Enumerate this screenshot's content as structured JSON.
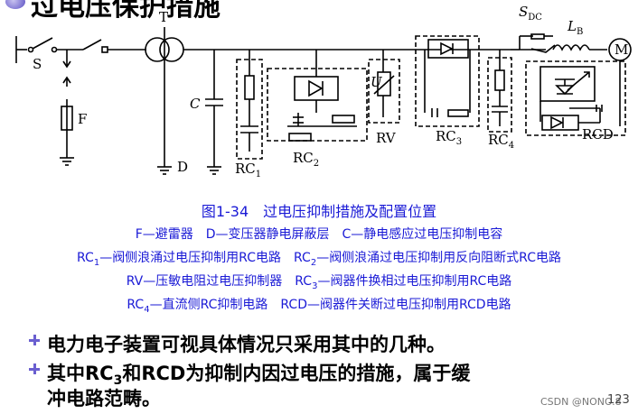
{
  "slide": {
    "title_fragment": "过电压保护措施",
    "circuit_labels": {
      "S": "S",
      "T": "T",
      "F": "F",
      "D": "D",
      "C": "C",
      "RC1": "RC",
      "RC1_sub": "1",
      "RC2": "RC",
      "RC2_sub": "2",
      "RV": "RV",
      "U": "U",
      "RC3": "RC",
      "RC3_sub": "3",
      "RC4": "RC",
      "RC4_sub": "4",
      "SDC": "S",
      "SDC_sub": "DC",
      "LB": "L",
      "LB_sub": "B",
      "M": "M",
      "RCD": "RCD"
    },
    "caption": {
      "title": "图1-34　过电压抑制措施及配置位置",
      "line1": "F—避雷器　D—变压器静电屏蔽层　C—静电感应过电压抑制电容",
      "line2_a": "RC",
      "line2_a_sub": "1",
      "line2_b": "—阀侧浪涌过电压抑制用RC电路　RC",
      "line2_b_sub": "2",
      "line2_c": "—阀侧浪涌过电压抑制用反向阻断式RC电路",
      "line3_a": "RV—压敏电阻过电压抑制器　RC",
      "line3_a_sub": "3",
      "line3_b": "—阀器件换相过电压抑制用RC电路",
      "line4_a": "RC",
      "line4_a_sub": "4",
      "line4_b": "—直流侧RC抑制电路　RCD—阀器件关断过电压抑制用RCD电路"
    },
    "bullets": [
      {
        "text": "电力电子装置可视具体情况只采用其中的几种。"
      },
      {
        "text_a": "其中RC",
        "text_sub": "3",
        "text_b": "和RCD为抑制内因过电压的措施，属于缓",
        "text_c": "冲电路范畴。"
      }
    ],
    "watermark": "CSDN @NONO.8",
    "page_number": "123"
  }
}
